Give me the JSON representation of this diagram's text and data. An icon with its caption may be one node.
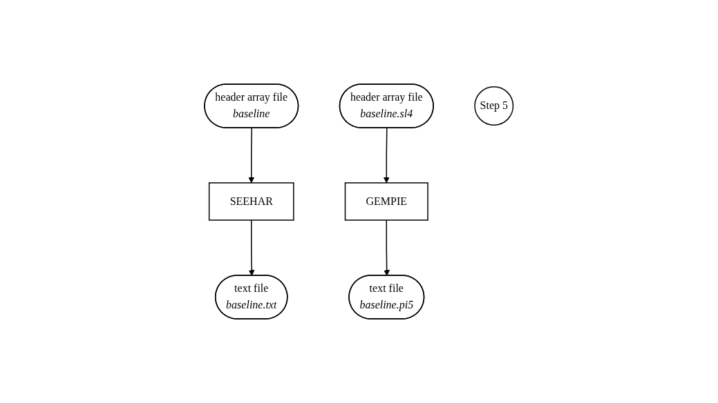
{
  "diagram": {
    "nodes": [
      {
        "text": [
          "header array file",
          "baseline"
        ]
      },
      {
        "text": [
          "header array file",
          "baseline.sl4"
        ]
      },
      {
        "text": [
          "SEEHAR"
        ]
      },
      {
        "text": [
          "GEMPIE"
        ]
      },
      {
        "text": [
          "text file",
          "baseline.txt"
        ]
      },
      {
        "text": [
          "text file",
          "baseline.pi5"
        ]
      },
      {
        "text": [
          "Step 5"
        ]
      }
    ],
    "edges": [
      {
        "from": 0,
        "to": 2,
        "arrow": "to"
      },
      {
        "from": 1,
        "to": 3,
        "arrow": "to"
      },
      {
        "from": 2,
        "to": 4,
        "arrow": "to"
      },
      {
        "from": 3,
        "to": 5,
        "arrow": "to"
      }
    ]
  }
}
